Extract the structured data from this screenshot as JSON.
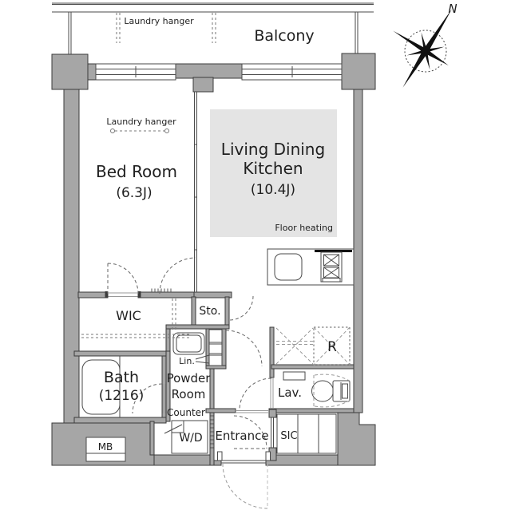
{
  "colors": {
    "wall_fill": "#a6a6a6",
    "wall_outline": "#3b3b3b",
    "line": "#4a4a4a",
    "floor_heating_fill": "#e4e4e4",
    "dashed": "#666666",
    "text": "#1f1f1f"
  },
  "compass": {
    "label": "N"
  },
  "balcony": {
    "label": "Balcony",
    "laundry_hanger": "Laundry hanger"
  },
  "bedroom": {
    "name": "Bed Room",
    "size": "(6.3J)",
    "laundry_hanger": "Laundry hanger"
  },
  "ldk": {
    "name_line1": "Living Dining",
    "name_line2": "Kitchen",
    "size": "(10.4J)",
    "floor_heating": "Floor heating"
  },
  "wic": {
    "label": "WIC"
  },
  "storage": {
    "label": "Sto."
  },
  "bath": {
    "name": "Bath",
    "size": "(1216)"
  },
  "powder_room": {
    "name_line1": "Powder",
    "name_line2": "Room",
    "counter": "Counter",
    "linen": "Lin."
  },
  "washer_dryer": {
    "label": "W/D"
  },
  "entrance": {
    "label": "Entrance"
  },
  "shoe_closet": {
    "label": "SIC"
  },
  "lavatory": {
    "label": "Lav."
  },
  "refrigerator": {
    "label": "R"
  },
  "meter_box": {
    "label": "MB"
  }
}
